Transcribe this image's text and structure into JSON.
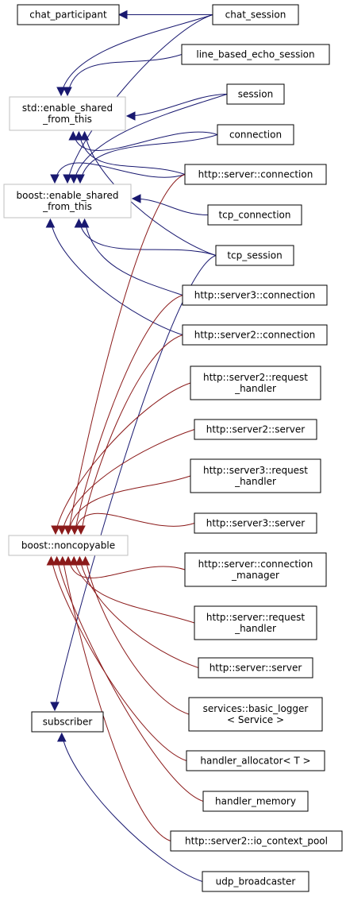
{
  "colors": {
    "inherit_public": "#191970",
    "inherit_private": "#8b1a1a",
    "node_border": "#000000",
    "node_border_external": "#bfbfbf"
  },
  "nodes": [
    {
      "id": "chat_participant",
      "lines": [
        "chat_participant"
      ],
      "external": false
    },
    {
      "id": "chat_session",
      "lines": [
        "chat_session"
      ],
      "external": false
    },
    {
      "id": "line_based_echo_session",
      "lines": [
        "line_based_echo_session"
      ],
      "external": false
    },
    {
      "id": "std_enable_shared_from_this",
      "lines": [
        "std::enable_shared",
        "_from_this"
      ],
      "external": true
    },
    {
      "id": "session",
      "lines": [
        "session"
      ],
      "external": false
    },
    {
      "id": "connection",
      "lines": [
        "connection"
      ],
      "external": false
    },
    {
      "id": "http_server_connection",
      "lines": [
        "http::server::connection"
      ],
      "external": false
    },
    {
      "id": "boost_enable_shared_from_this",
      "lines": [
        "boost::enable_shared",
        "_from_this"
      ],
      "external": true
    },
    {
      "id": "tcp_connection",
      "lines": [
        "tcp_connection"
      ],
      "external": false
    },
    {
      "id": "tcp_session",
      "lines": [
        "tcp_session"
      ],
      "external": false
    },
    {
      "id": "http_server3_connection",
      "lines": [
        "http::server3::connection"
      ],
      "external": false
    },
    {
      "id": "http_server2_connection",
      "lines": [
        "http::server2::connection"
      ],
      "external": false
    },
    {
      "id": "http_server2_request_handler",
      "lines": [
        "http::server2::request",
        "_handler"
      ],
      "external": false
    },
    {
      "id": "http_server2_server",
      "lines": [
        "http::server2::server"
      ],
      "external": false
    },
    {
      "id": "http_server3_request_handler",
      "lines": [
        "http::server3::request",
        "_handler"
      ],
      "external": false
    },
    {
      "id": "boost_noncopyable",
      "lines": [
        "boost::noncopyable"
      ],
      "external": true
    },
    {
      "id": "http_server3_server",
      "lines": [
        "http::server3::server"
      ],
      "external": false
    },
    {
      "id": "http_server_connection_manager",
      "lines": [
        "http::server::connection",
        "_manager"
      ],
      "external": false
    },
    {
      "id": "http_server_request_handler",
      "lines": [
        "http::server::request",
        "_handler"
      ],
      "external": false
    },
    {
      "id": "http_server_server",
      "lines": [
        "http::server::server"
      ],
      "external": false
    },
    {
      "id": "subscriber",
      "lines": [
        "subscriber"
      ],
      "external": false
    },
    {
      "id": "services_basic_logger",
      "lines": [
        "services::basic_logger",
        "< Service >"
      ],
      "external": false
    },
    {
      "id": "handler_allocator",
      "lines": [
        "handler_allocator< T >"
      ],
      "external": false
    },
    {
      "id": "handler_memory",
      "lines": [
        "handler_memory"
      ],
      "external": false
    },
    {
      "id": "http_server2_io_context_pool",
      "lines": [
        "http::server2::io_context_pool"
      ],
      "external": false
    },
    {
      "id": "udp_broadcaster",
      "lines": [
        "udp_broadcaster"
      ],
      "external": false
    }
  ],
  "edges": [
    {
      "from": "chat_session",
      "to": "chat_participant",
      "kind": "public"
    },
    {
      "from": "chat_session",
      "to": "std_enable_shared_from_this",
      "kind": "public"
    },
    {
      "from": "line_based_echo_session",
      "to": "std_enable_shared_from_this",
      "kind": "public"
    },
    {
      "from": "session",
      "to": "std_enable_shared_from_this",
      "kind": "public"
    },
    {
      "from": "connection",
      "to": "std_enable_shared_from_this",
      "kind": "public"
    },
    {
      "from": "http_server_connection",
      "to": "std_enable_shared_from_this",
      "kind": "public"
    },
    {
      "from": "tcp_session",
      "to": "std_enable_shared_from_this",
      "kind": "public"
    },
    {
      "from": "chat_session",
      "to": "boost_enable_shared_from_this",
      "kind": "public"
    },
    {
      "from": "session",
      "to": "boost_enable_shared_from_this",
      "kind": "public"
    },
    {
      "from": "connection",
      "to": "boost_enable_shared_from_this",
      "kind": "public"
    },
    {
      "from": "http_server_connection",
      "to": "boost_enable_shared_from_this",
      "kind": "public"
    },
    {
      "from": "tcp_connection",
      "to": "boost_enable_shared_from_this",
      "kind": "public"
    },
    {
      "from": "tcp_session",
      "to": "boost_enable_shared_from_this",
      "kind": "public"
    },
    {
      "from": "http_server3_connection",
      "to": "boost_enable_shared_from_this",
      "kind": "public"
    },
    {
      "from": "http_server2_connection",
      "to": "boost_enable_shared_from_this",
      "kind": "public"
    },
    {
      "from": "tcp_session",
      "to": "subscriber",
      "kind": "public"
    },
    {
      "from": "udp_broadcaster",
      "to": "subscriber",
      "kind": "public"
    },
    {
      "from": "http_server_connection",
      "to": "boost_noncopyable",
      "kind": "private"
    },
    {
      "from": "http_server3_connection",
      "to": "boost_noncopyable",
      "kind": "private"
    },
    {
      "from": "http_server2_connection",
      "to": "boost_noncopyable",
      "kind": "private"
    },
    {
      "from": "http_server2_request_handler",
      "to": "boost_noncopyable",
      "kind": "private"
    },
    {
      "from": "http_server2_server",
      "to": "boost_noncopyable",
      "kind": "private"
    },
    {
      "from": "http_server3_request_handler",
      "to": "boost_noncopyable",
      "kind": "private"
    },
    {
      "from": "http_server3_server",
      "to": "boost_noncopyable",
      "kind": "private"
    },
    {
      "from": "http_server_connection_manager",
      "to": "boost_noncopyable",
      "kind": "private"
    },
    {
      "from": "http_server_request_handler",
      "to": "boost_noncopyable",
      "kind": "private"
    },
    {
      "from": "http_server_server",
      "to": "boost_noncopyable",
      "kind": "private"
    },
    {
      "from": "services_basic_logger",
      "to": "boost_noncopyable",
      "kind": "private"
    },
    {
      "from": "handler_allocator",
      "to": "boost_noncopyable",
      "kind": "private"
    },
    {
      "from": "handler_memory",
      "to": "boost_noncopyable",
      "kind": "private"
    },
    {
      "from": "http_server2_io_context_pool",
      "to": "boost_noncopyable",
      "kind": "private"
    }
  ]
}
